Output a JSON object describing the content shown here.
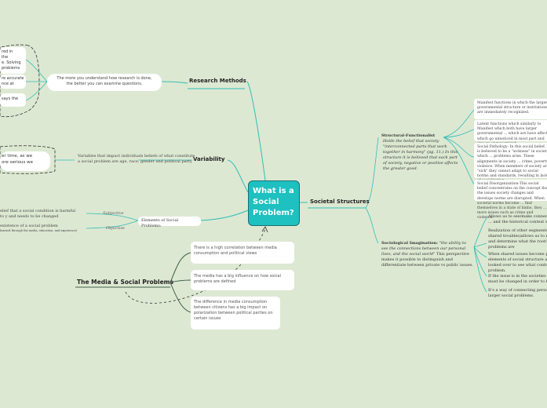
{
  "central": {
    "title": "What is a Social Problem?"
  },
  "colors": {
    "background": "#dde8d2",
    "central": "#1ec0c0",
    "teal_link": "#2fbfb8",
    "dark_link": "#3f5f4a"
  },
  "research_methods": {
    "label": "Research Methods",
    "note": "The more you understand how research is done, the better you can examine questions.",
    "left_fragments": [
      "red in",
      "the",
      "e. Solving",
      "problems",
      "re accurate",
      "nce at",
      "says the"
    ]
  },
  "variability": {
    "label": "Variability",
    "description": "Variables that impact individuals beliefs of what constitute a social problem are age, race, gender and political party",
    "left_fragments": [
      "er time, as we",
      "ore serious we"
    ]
  },
  "elements": {
    "label": "Elements of Social Problems:",
    "subjective": "Subjective",
    "objective": "Objective",
    "subjective_text": "elief that a social condition is harmful to y and needs to be changed",
    "objective_text": "existence of a social problem",
    "objective_subtext": "learned through the media, education, and experience)"
  },
  "media": {
    "label": "The Media & Social Problems",
    "items": [
      "There is a high correlation between media consumption and political views",
      "The media has a big influence on how social problems are defined",
      "The difference in media consumption between citizens has a big impact on polarization between political parties on certain issues"
    ]
  },
  "societal": {
    "label": "Societal Structures",
    "structural": {
      "title": "Structural-Functionalist",
      "text": "Holds the belief that society \"interconnected parts that work together in harmony\" (pg. 11.) In this structure it is believed that each part of society, negative or positive affects the greater good."
    },
    "imagination": {
      "title": "Sociological Imagination:",
      "quote": "\"the ability to see the connections between our personal lives, and the social world\"",
      "text": "This perspective makes it possible to distinguish and differentiate between private vs public issues."
    },
    "functions": [
      "Manifest functions in which the larger governmental structure or institutions are immediately recognized.",
      "Latent functions which similarly to Manifest which both have larger governmental ... which are have affects which go unnoticed in most part and also go unrecognized.",
      "Social Pathology- In this social belief, it is believed to be a \"sickness\" in society which ... problems arise. These alignments in society ... crime, poverty, violence. When members of society are \"sick\" they cannot adapt to social norms and standards, resulting in lack of socialization.",
      "Social Disorganization-This social belief concentrates on the concept that the issues society changes and develops norms are disrupted. When societal norms become ... find themselves in a state of limbo, they ... more issues such as crime and violence."
    ],
    "imagination_items": [
      "Allows us to see/make connections ... and the historical context we li...",
      "Realization of other segments of ... shared troubles)allows us to re... and determine what the root/c... problems are",
      "When shared issues become pr... elements of social structure are... looked over to see what contrib... problem.",
      "If the issue is in the societies st... it must be changed in order to f...",
      "It's a way of connecting person... larger social problems."
    ]
  }
}
